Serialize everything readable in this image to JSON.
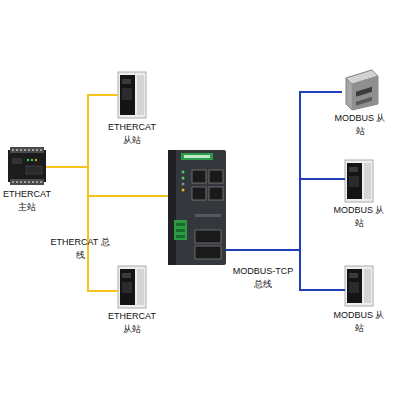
{
  "diagram": {
    "nodes": [
      {
        "text": [
          "ETHERCAT 主站"
        ]
      },
      {
        "text": [
          "ETHERCAT 从站"
        ]
      },
      {
        "text": [
          "ETHERCAT 从站"
        ]
      },
      {
        "text": []
      },
      {
        "text": [
          "MODBUS 从站"
        ]
      },
      {
        "text": [
          "MODBUS 从站"
        ]
      },
      {
        "text": [
          "MODBUS 从站"
        ]
      }
    ],
    "edges": [
      {
        "from": 0,
        "to": 1,
        "arrow": "none"
      },
      {
        "from": 0,
        "to": 3,
        "arrow": "none"
      },
      {
        "from": 0,
        "to": 2,
        "arrow": "none"
      },
      {
        "from": 3,
        "to": 4,
        "arrow": "none"
      },
      {
        "from": 3,
        "to": 5,
        "arrow": "none"
      },
      {
        "from": 3,
        "to": 6,
        "arrow": "none"
      }
    ],
    "labels": [
      "ETHERCAT 总线",
      "MODBUS-TCP 总线"
    ]
  }
}
